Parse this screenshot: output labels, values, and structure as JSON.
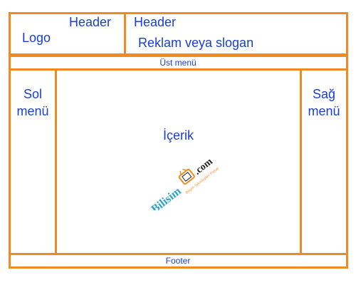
{
  "header": {
    "logo": "Logo",
    "left_title": "Header",
    "right_title": "Header",
    "slogan": "Reklam veya slogan"
  },
  "top_menu": {
    "label": "Üst menü"
  },
  "left_menu": {
    "label": "Sol menü"
  },
  "right_menu": {
    "label": "Sağ menü"
  },
  "content": {
    "label": "İçerik"
  },
  "footer": {
    "label": "Footer"
  },
  "watermark": {
    "brand": "Bilisim",
    "tld": ".com",
    "tagline": "Bilişim Teknolojileri Portalı"
  },
  "colors": {
    "border": "#f08b23",
    "text": "#1a3fd0",
    "watermark_blue": "#2aa3c8",
    "watermark_dark": "#222222"
  }
}
